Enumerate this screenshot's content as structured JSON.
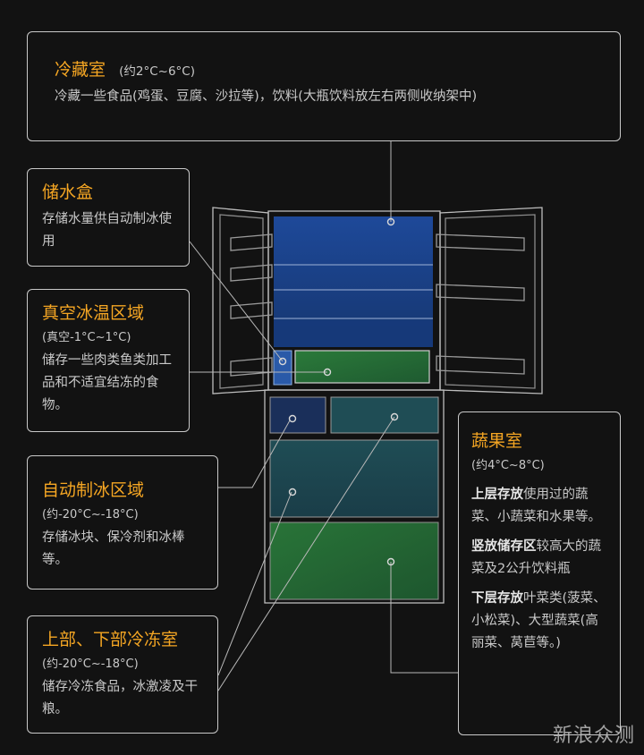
{
  "colors": {
    "title": "#f5a623",
    "text": "#c9c9c9",
    "line": "#c9c9c9"
  },
  "fridge": {
    "title": "冷藏室",
    "range": "(约2°C~6°C)",
    "desc": "冷藏一些食品(鸡蛋、豆腐、沙拉等)，饮料(大瓶饮料放左右两侧收纳架中)"
  },
  "water": {
    "title": "储水盒",
    "desc": "存储水量供自动制冰使用"
  },
  "vacuum": {
    "title": "真空冰温区域",
    "range": "(真空-1°C~1°C)",
    "desc": "储存一些肉类鱼类加工品和不适宜结冻的食物。"
  },
  "ice": {
    "title": "自动制冰区域",
    "range": "(约-20°C~-18°C)",
    "desc": "存储冰块、保冷剂和冰棒等。"
  },
  "freezer": {
    "title": "上部、下部冷冻室",
    "range": "(约-20°C~-18°C)",
    "desc": "储存冷冻食品，冰激凌及干粮。"
  },
  "veg": {
    "title": "蔬果室",
    "range": "(约4°C~8°C)",
    "items": [
      {
        "label": "上层存放",
        "text": "使用过的蔬菜、小蔬菜和水果等。"
      },
      {
        "label": "竖放储存区",
        "text": "较高大的蔬菜及2公升饮料瓶"
      },
      {
        "label": "下层存放",
        "text": "叶菜类(菠菜、小松菜)、大型蔬菜(高丽菜、莴苣等。)"
      }
    ]
  },
  "watermark": "新浪众测"
}
